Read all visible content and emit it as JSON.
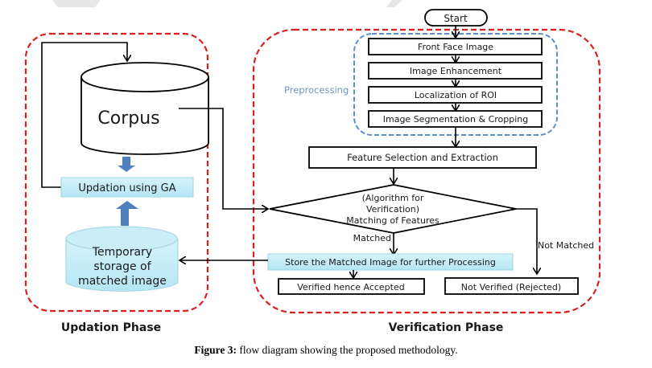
{
  "diagram": {
    "updation_phase": {
      "title": "Updation Phase",
      "corpus_label": "Corpus",
      "updation_box": "Updation using GA",
      "temp_storage": [
        "Temporary",
        "storage of",
        "matched image"
      ]
    },
    "verification_phase": {
      "title": "Verification Phase",
      "start": "Start",
      "preprocessing_label": "Preprocessing",
      "preprocessing_steps": [
        "Front Face Image",
        "Image Enhancement",
        "Localization of ROI",
        "Image Segmentation  & Cropping"
      ],
      "feature_box": "Feature Selection and Extraction",
      "decision": [
        "(Algorithm for",
        "Verification)",
        "Matching of Features"
      ],
      "matched_label": "Matched",
      "not_matched_label": "Not Matched",
      "store_box": "Store the Matched Image for further Processing",
      "accepted_box": "Verified hence Accepted",
      "rejected_box": "Not Verified (Rejected)"
    },
    "colors": {
      "phase_border": "#d91f1f",
      "preprocessing_border": "#5b8fc7",
      "preprocessing_text": "#6f93c6",
      "light_box_fill": "#c6eef8",
      "block_arrow": "#4f7fbf"
    }
  },
  "caption": {
    "label": "Figure 3:",
    "text": " flow diagram showing the proposed methodology."
  }
}
